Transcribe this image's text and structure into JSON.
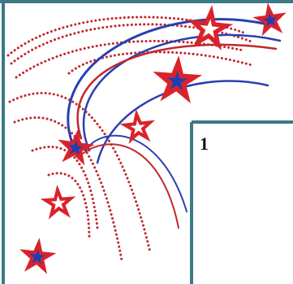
{
  "page_number": "1",
  "colors": {
    "frame": "#3b7a86",
    "star_red": "#d9232b",
    "star_blue_center": "#1c3fb4",
    "swoosh_blue": "#2a3fb0",
    "swoosh_red": "#c0282c",
    "dots": "#c0282c",
    "background": "#ffffff"
  },
  "decoration": {
    "stars": [
      {
        "center": "white"
      },
      {
        "center": "blue"
      },
      {
        "center": "blue"
      },
      {
        "center": "white"
      },
      {
        "center": "blue"
      },
      {
        "center": "white"
      },
      {
        "center": "blue"
      }
    ]
  }
}
